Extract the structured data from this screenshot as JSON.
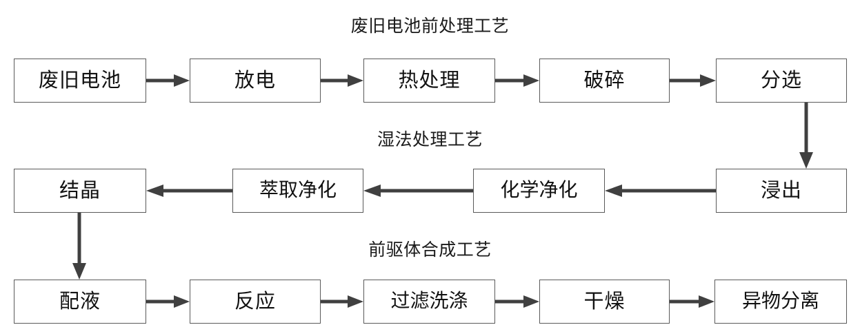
{
  "diagram": {
    "title_overall": "废旧电池前处理工艺",
    "accent_color": "#404040",
    "box_border_color": "#595959",
    "sections": [
      {
        "id": "pretreatment",
        "title": "废旧电池前处理工艺",
        "direction": "left-to-right",
        "nodes": [
          {
            "id": "waste-battery",
            "label": "废旧电池"
          },
          {
            "id": "discharge",
            "label": "放电"
          },
          {
            "id": "heat-treatment",
            "label": "热处理"
          },
          {
            "id": "crushing",
            "label": "破碎"
          },
          {
            "id": "sorting",
            "label": "分选"
          }
        ]
      },
      {
        "id": "hydrometallurgy",
        "title": "湿法处理工艺",
        "direction": "right-to-left",
        "nodes": [
          {
            "id": "crystallization",
            "label": "结晶"
          },
          {
            "id": "extraction-purification",
            "label": "萃取净化"
          },
          {
            "id": "chemical-purification",
            "label": "化学净化"
          },
          {
            "id": "leaching",
            "label": "浸出"
          }
        ]
      },
      {
        "id": "precursor-synthesis",
        "title": "前驱体合成工艺",
        "direction": "left-to-right",
        "nodes": [
          {
            "id": "solution-preparation",
            "label": "配液"
          },
          {
            "id": "reaction",
            "label": "反应"
          },
          {
            "id": "filtration-washing",
            "label": "过滤洗涤"
          },
          {
            "id": "drying",
            "label": "干燥"
          },
          {
            "id": "foreign-matter-separation",
            "label": "异物分离"
          }
        ]
      }
    ],
    "connectors": [
      {
        "id": "sorting-to-leaching",
        "from": "sorting",
        "to": "leaching",
        "orientation": "vertical-down"
      },
      {
        "id": "crystallization-to-solution",
        "from": "crystallization",
        "to": "solution-preparation",
        "orientation": "vertical-down"
      }
    ]
  }
}
